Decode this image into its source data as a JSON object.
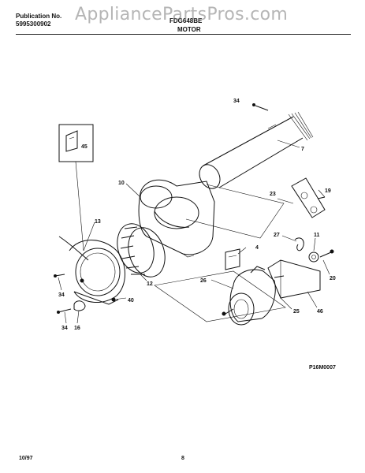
{
  "header": {
    "publication_label": "Publication No.",
    "publication_number": "5995300902",
    "model": "FDG648BE",
    "section_title": "MOTOR",
    "watermark": "AppliancePartsPros.com"
  },
  "callouts": {
    "c34_top": "34",
    "c7": "7",
    "c45": "45",
    "c10": "10",
    "c23": "23",
    "c19": "19",
    "c13": "13",
    "c27": "27",
    "c11": "11",
    "c4": "4",
    "c12": "12",
    "c34_left": "34",
    "c40": "40",
    "c26": "26",
    "c20": "20",
    "c46": "46",
    "c25": "25",
    "c34_bottom": "34",
    "c16": "16"
  },
  "diagram_code": "P16M0007",
  "footer": {
    "date": "10/97",
    "page": "8"
  }
}
